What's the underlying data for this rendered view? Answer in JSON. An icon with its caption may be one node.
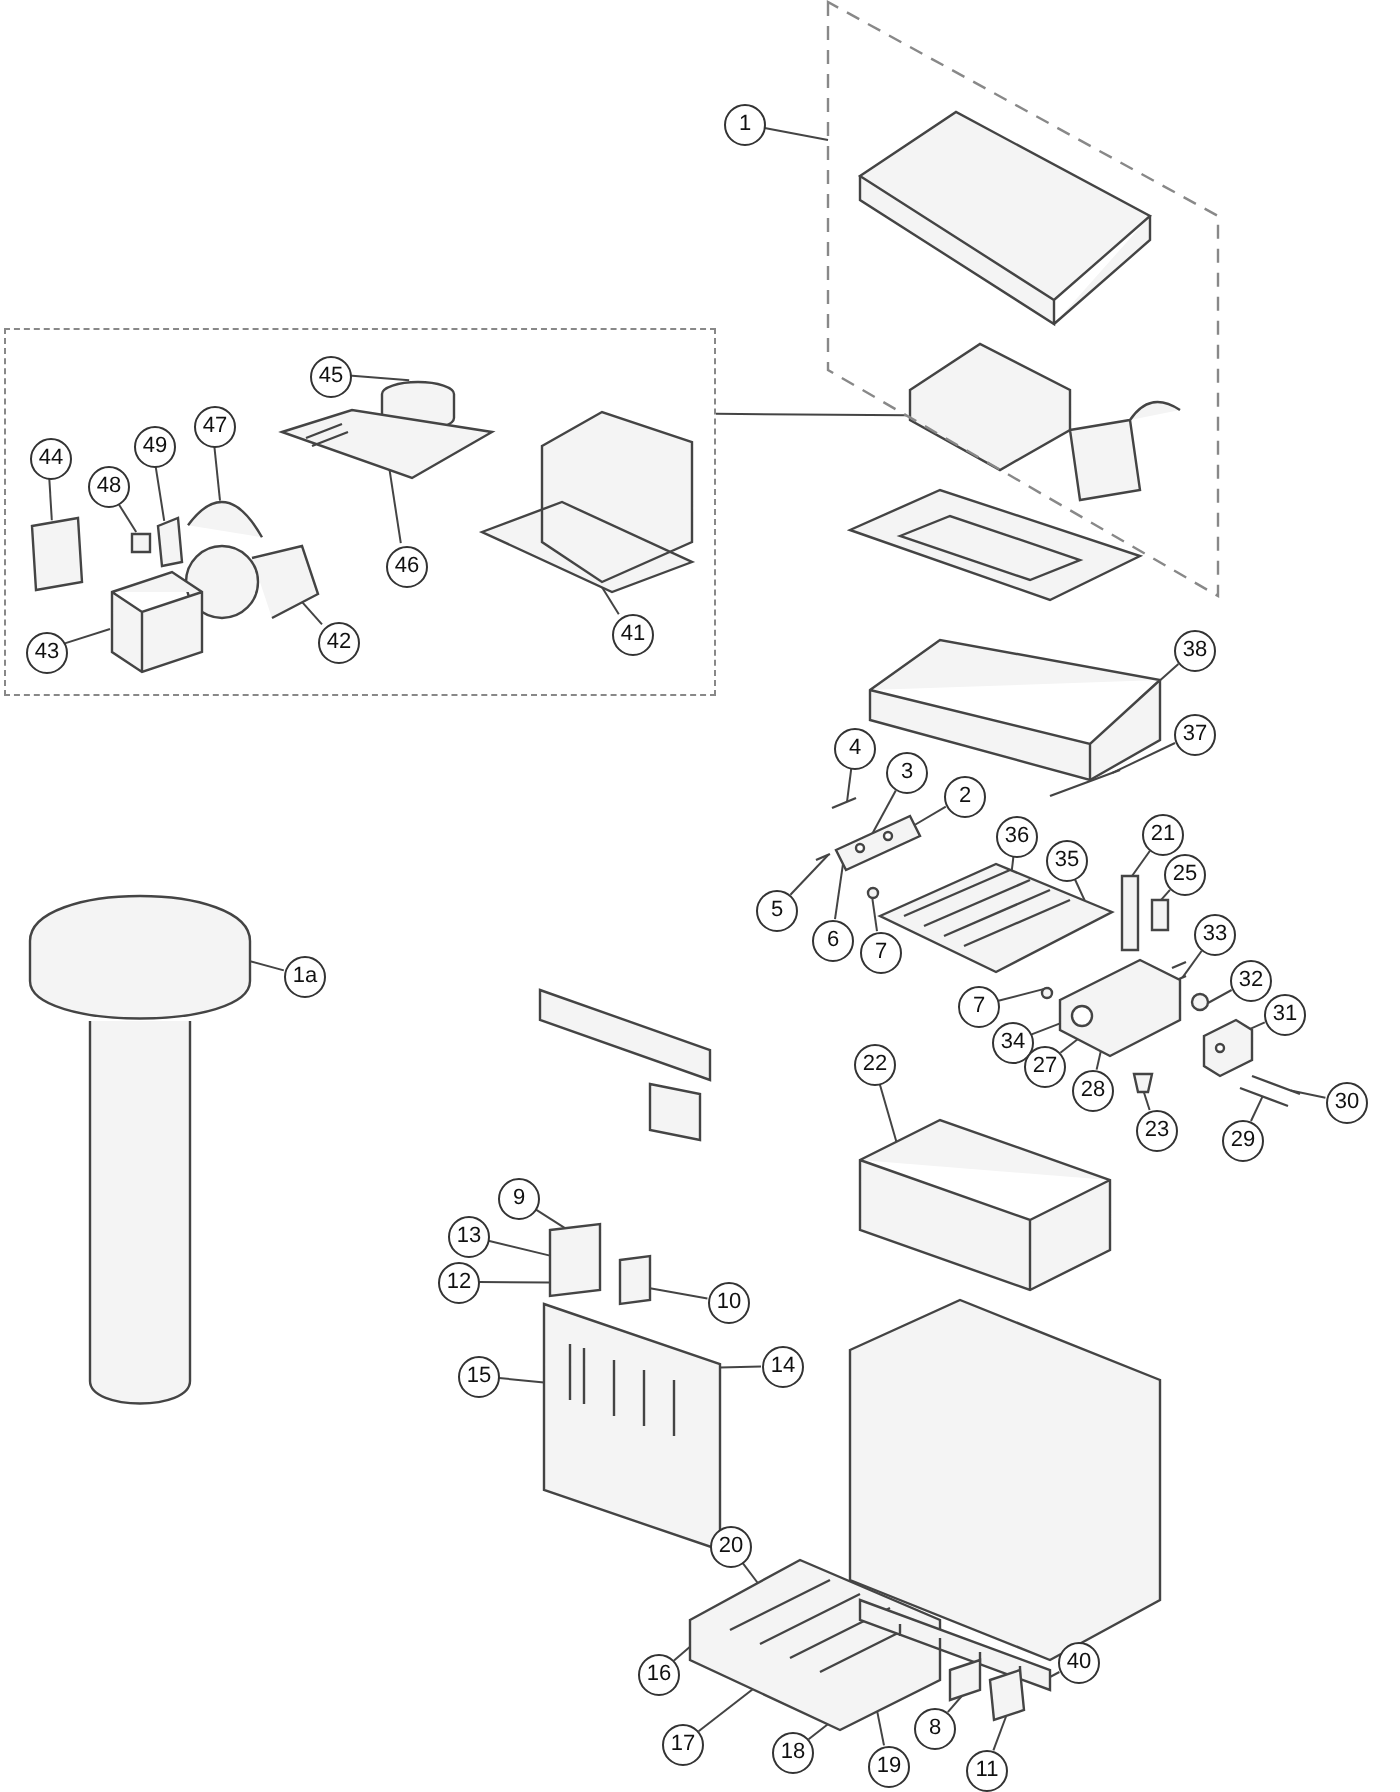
{
  "diagram": {
    "nodes": [
      {
        "text": [],
        "shape": "box"
      },
      {
        "text": [],
        "shape": "box"
      },
      {
        "text": [
          "1"
        ]
      },
      {
        "text": [
          "45"
        ],
        "in": 1
      },
      {
        "text": [
          "47"
        ],
        "in": 1
      },
      {
        "text": [
          "49"
        ],
        "in": 1
      },
      {
        "text": [
          "44"
        ],
        "in": 1
      },
      {
        "text": [
          "48"
        ],
        "in": 1
      },
      {
        "text": [
          "46"
        ],
        "in": 1
      },
      {
        "text": [
          "41"
        ],
        "in": 1
      },
      {
        "text": [
          "42"
        ],
        "in": 1
      },
      {
        "text": [
          "43"
        ],
        "in": 1
      },
      {
        "text": [
          "38"
        ]
      },
      {
        "text": [
          "37"
        ]
      },
      {
        "text": [
          "4"
        ]
      },
      {
        "text": [
          "3"
        ]
      },
      {
        "text": [
          "2"
        ]
      },
      {
        "text": [
          "21"
        ]
      },
      {
        "text": [
          "36"
        ]
      },
      {
        "text": [
          "35"
        ]
      },
      {
        "text": [
          "25"
        ]
      },
      {
        "text": [
          "5"
        ]
      },
      {
        "text": [
          "33"
        ]
      },
      {
        "text": [
          "6"
        ]
      },
      {
        "text": [
          "7"
        ]
      },
      {
        "text": [
          "1a"
        ]
      },
      {
        "text": [
          "32"
        ]
      },
      {
        "text": [
          "7"
        ]
      },
      {
        "text": [
          "31"
        ]
      },
      {
        "text": [
          "34"
        ]
      },
      {
        "text": [
          "22"
        ]
      },
      {
        "text": [
          "27"
        ]
      },
      {
        "text": [
          "28"
        ]
      },
      {
        "text": [
          "30"
        ]
      },
      {
        "text": [
          "23"
        ]
      },
      {
        "text": [
          "29"
        ]
      },
      {
        "text": [
          "9"
        ]
      },
      {
        "text": [
          "13"
        ]
      },
      {
        "text": [
          "12"
        ]
      },
      {
        "text": [
          "10"
        ]
      },
      {
        "text": [
          "14"
        ]
      },
      {
        "text": [
          "15"
        ]
      },
      {
        "text": [
          "20"
        ]
      },
      {
        "text": [
          "40"
        ]
      },
      {
        "text": [
          "16"
        ]
      },
      {
        "text": [
          "17"
        ]
      },
      {
        "text": [
          "8"
        ]
      },
      {
        "text": [
          "18"
        ]
      },
      {
        "text": [
          "19"
        ]
      },
      {
        "text": [
          "11"
        ]
      },
      {
        "text": [],
        "shape": "cylinder",
        "in": 1
      },
      {
        "text": [],
        "shape": "picture",
        "in": 1
      },
      {
        "text": [],
        "shape": "box",
        "in": 1
      },
      {
        "text": [],
        "shape": "box",
        "in": 1
      },
      {
        "text": [],
        "shape": "box",
        "in": 1
      },
      {
        "text": [],
        "shape": "picture",
        "in": 1
      },
      {
        "text": [],
        "shape": "picture",
        "in": 1
      },
      {
        "text": [],
        "shape": "picture",
        "in": 1
      },
      {
        "text": [],
        "shape": "picture",
        "in": 1
      },
      {
        "text": [],
        "shape": "picture"
      },
      {
        "text": [],
        "shape": "picture"
      },
      {
        "text": [],
        "shape": "picture"
      },
      {
        "text": [],
        "shape": "picture"
      },
      {
        "text": [],
        "shape": "picture"
      },
      {
        "text": [],
        "shape": "box"
      },
      {
        "text": [],
        "shape": "box"
      },
      {
        "text": [],
        "shape": "picture"
      },
      {
        "text": [],
        "shape": "circle"
      },
      {
        "text": [],
        "shape": "picture"
      },
      {
        "text": [],
        "shape": "circle"
      },
      {
        "text": [],
        "shape": "picture"
      },
      {
        "text": [],
        "shape": "circle"
      },
      {
        "text": [],
        "shape": "picture"
      },
      {
        "text": [],
        "shape": "picture"
      },
      {
        "text": [],
        "shape": "box"
      },
      {
        "text": [],
        "shape": "picture"
      },
      {
        "text": [],
        "shape": "picture"
      },
      {
        "text": [],
        "shape": "box"
      },
      {
        "text": [],
        "shape": "box"
      },
      {
        "text": [],
        "shape": "picture"
      },
      {
        "text": [],
        "shape": "picture"
      },
      {
        "text": [],
        "shape": "picture"
      },
      {
        "text": [],
        "shape": "box"
      },
      {
        "text": [],
        "shape": "box"
      }
    ],
    "edges": [
      {
        "from": 2,
        "to": 0,
        "arrow": "none"
      },
      {
        "from": 0,
        "to": 1,
        "arrow": "none"
      },
      {
        "from": 3,
        "to": 50,
        "arrow": "none"
      },
      {
        "from": 4,
        "to": 51,
        "arrow": "none"
      },
      {
        "from": 5,
        "to": 52,
        "arrow": "none"
      },
      {
        "from": 6,
        "to": 53,
        "arrow": "none"
      },
      {
        "from": 7,
        "to": 54,
        "arrow": "none"
      },
      {
        "from": 8,
        "to": 55,
        "arrow": "none"
      },
      {
        "from": 9,
        "to": 56,
        "arrow": "none"
      },
      {
        "from": 10,
        "to": 57,
        "arrow": "none"
      },
      {
        "from": 11,
        "to": 58,
        "arrow": "none"
      },
      {
        "from": 12,
        "to": 59,
        "arrow": "none"
      },
      {
        "from": 13,
        "to": 60,
        "arrow": "none"
      },
      {
        "from": 14,
        "to": 61,
        "arrow": "none"
      },
      {
        "from": 15,
        "to": 62,
        "arrow": "none"
      },
      {
        "from": 16,
        "to": 62,
        "arrow": "none"
      },
      {
        "from": 17,
        "to": 64,
        "arrow": "none"
      },
      {
        "from": 18,
        "to": 63,
        "arrow": "none"
      },
      {
        "from": 19,
        "to": 63,
        "arrow": "none"
      },
      {
        "from": 20,
        "to": 65,
        "arrow": "none"
      },
      {
        "from": 21,
        "to": 66,
        "arrow": "none"
      },
      {
        "from": 22,
        "to": 68,
        "arrow": "none"
      },
      {
        "from": 23,
        "to": 62,
        "arrow": "none"
      },
      {
        "from": 24,
        "to": 67,
        "arrow": "none"
      },
      {
        "from": 25,
        "to": 76,
        "arrow": "none"
      },
      {
        "from": 26,
        "to": 69,
        "arrow": "none"
      },
      {
        "from": 27,
        "to": 71,
        "arrow": "none"
      },
      {
        "from": 28,
        "to": 70,
        "arrow": "none"
      },
      {
        "from": 29,
        "to": 72,
        "arrow": "none"
      },
      {
        "from": 30,
        "to": 75,
        "arrow": "none"
      },
      {
        "from": 31,
        "to": 72,
        "arrow": "none"
      },
      {
        "from": 32,
        "to": 72,
        "arrow": "none"
      },
      {
        "from": 33,
        "to": 73,
        "arrow": "none"
      },
      {
        "from": 34,
        "to": 74,
        "arrow": "none"
      },
      {
        "from": 35,
        "to": 73,
        "arrow": "none"
      },
      {
        "from": 36,
        "to": 77,
        "arrow": "none"
      },
      {
        "from": 37,
        "to": 77,
        "arrow": "none"
      },
      {
        "from": 38,
        "to": 77,
        "arrow": "none"
      },
      {
        "from": 39,
        "to": 78,
        "arrow": "none"
      },
      {
        "from": 40,
        "to": 79,
        "arrow": "none"
      },
      {
        "from": 41,
        "to": 79,
        "arrow": "none"
      },
      {
        "from": 42,
        "to": 80,
        "arrow": "none"
      },
      {
        "from": 43,
        "to": 81,
        "arrow": "none"
      },
      {
        "from": 44,
        "to": 80,
        "arrow": "none"
      },
      {
        "from": 45,
        "to": 80,
        "arrow": "none"
      },
      {
        "from": 46,
        "to": 82,
        "arrow": "none"
      },
      {
        "from": 47,
        "to": 80,
        "arrow": "none"
      },
      {
        "from": 48,
        "to": 80,
        "arrow": "none"
      },
      {
        "from": 49,
        "to": 83,
        "arrow": "none"
      }
    ]
  }
}
